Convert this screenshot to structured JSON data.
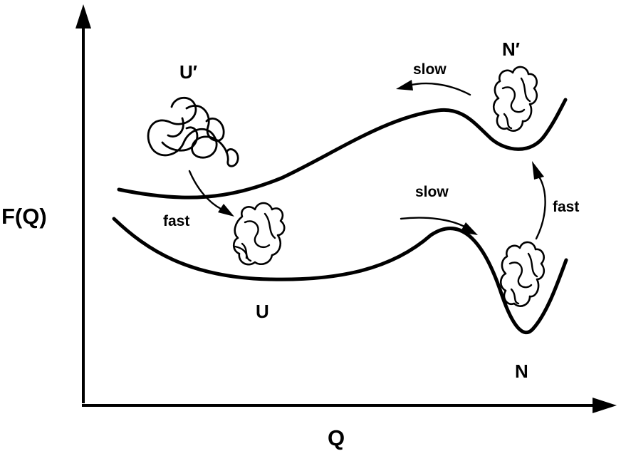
{
  "axes": {
    "y_label": "F(Q)",
    "x_label": "Q"
  },
  "states": {
    "unfolded": "U",
    "unfolded_prime": "U′",
    "native": "N",
    "native_prime": "N′"
  },
  "transitions": {
    "u_prime_to_u": "fast",
    "u_to_n": "slow",
    "n_to_n_prime": "fast",
    "n_prime_to_u_prime": "slow"
  }
}
